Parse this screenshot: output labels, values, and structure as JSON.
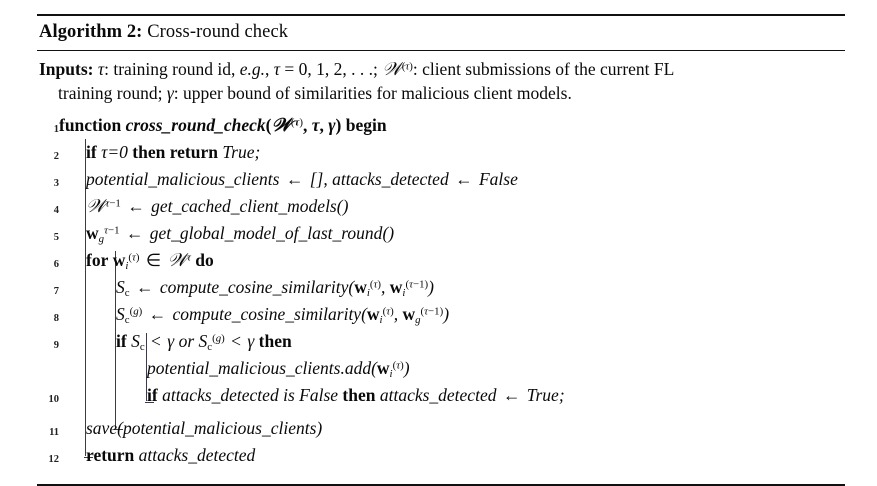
{
  "algorithm": {
    "caption_label": "Algorithm 2:",
    "caption_title": "Cross-round check",
    "inputs_label": "Inputs:",
    "inputs_line1_a": ": training round id, ",
    "inputs_eg": "e.g.",
    "inputs_line1_b": ", ",
    "inputs_tau_eq": " = 0, 1, 2, . . .; ",
    "inputs_line1_c": ": client submissions of the current FL",
    "inputs_line2_a": "training round; ",
    "inputs_line2_b": ": upper bound of similarities for malicious client models.",
    "lines": [
      {
        "no": "1",
        "indent": 0,
        "text": "function cross_round_check(W^(tau), tau, gamma) begin"
      },
      {
        "no": "2",
        "indent": 1,
        "text": "if tau=0 then return True;"
      },
      {
        "no": "3",
        "indent": 1,
        "text": "potential_malicious_clients <- [], attacks_detected <- False"
      },
      {
        "no": "4",
        "indent": 1,
        "text": "W^(tau-1) <- get_cached_client_models()"
      },
      {
        "no": "5",
        "indent": 1,
        "text": "w_g^(tau-1) <- get_global_model_of_last_round()"
      },
      {
        "no": "6",
        "indent": 1,
        "text": "for w_i^(tau) in W^tau do"
      },
      {
        "no": "7",
        "indent": 2,
        "text": "S_c <- compute_cosine_similarity(w_i^(tau), w_i^(tau-1))"
      },
      {
        "no": "8",
        "indent": 2,
        "text": "S_c^(g) <- compute_cosine_similarity(w_i^(tau), w_g^(tau-1))"
      },
      {
        "no": "9",
        "indent": 2,
        "text": "if S_c < gamma or S_c^(g) < gamma then"
      },
      {
        "no": "",
        "indent": 3,
        "text": "potential_malicious_clients.add(w_i^(tau))"
      },
      {
        "no": "10",
        "indent": 3,
        "text": "if attacks_detected is False then attacks_detected <- True;"
      },
      {
        "no": "11",
        "indent": 1,
        "text": "save(potential_malicious_clients)"
      },
      {
        "no": "12",
        "indent": 1,
        "text": "return attacks_detected"
      }
    ],
    "symbols": {
      "tau": "τ",
      "gamma": "γ",
      "calW": "𝒲",
      "gets": "←",
      "in": "∈",
      "lt": "<"
    },
    "keywords": {
      "function": "function",
      "begin": "begin",
      "if": "if",
      "then": "then",
      "return": "return",
      "for": "for",
      "do": "do",
      "or": "or",
      "is": "is",
      "true": "True",
      "false": "False"
    },
    "identifiers": {
      "cross_round_check": "cross_round_check",
      "potential_malicious_clients": "potential_malicious_clients",
      "attacks_detected": "attacks_detected",
      "get_cached_client_models": "get_cached_client_models",
      "get_global_model_of_last_round": "get_global_model_of_last_round",
      "compute_cosine_similarity": "compute_cosine_similarity",
      "add": "add",
      "save": "save",
      "empty_list": "[]"
    },
    "line_numbers": [
      "1",
      "2",
      "3",
      "4",
      "5",
      "6",
      "7",
      "8",
      "9",
      "10",
      "11",
      "12"
    ]
  }
}
